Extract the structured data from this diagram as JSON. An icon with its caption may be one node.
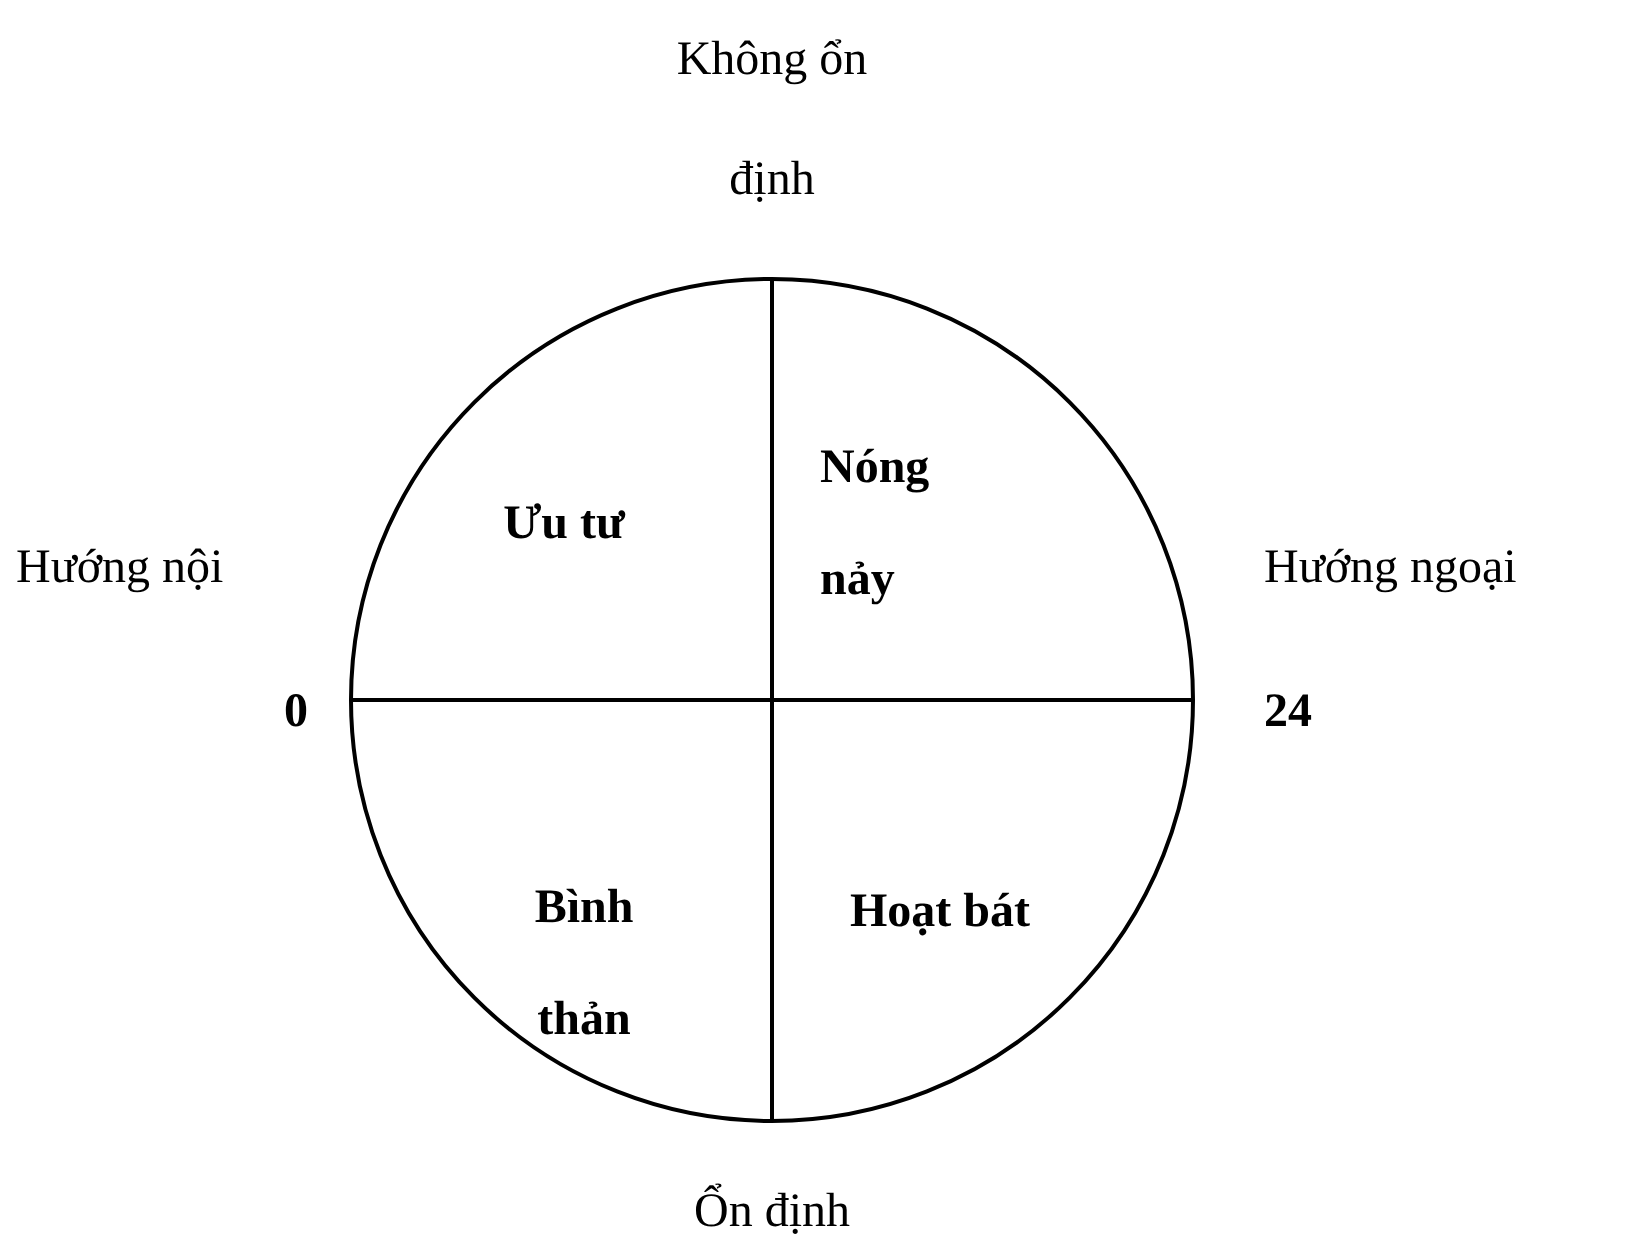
{
  "diagram": {
    "nodes": [
      {
        "text": [],
        "shape": "circle"
      },
      {
        "text": [
          "Ưu tư"
        ],
        "in": 0
      },
      {
        "text": [
          "Nóng nảy"
        ],
        "in": 0
      },
      {
        "text": [
          "Bình thản"
        ],
        "in": 0
      },
      {
        "text": [
          "Hoạt bát"
        ],
        "in": 0
      }
    ],
    "labels": [
      "Không ổn định",
      "Hướng nội",
      "Hướng ngoại",
      "0",
      "24",
      "Ổn định"
    ]
  }
}
